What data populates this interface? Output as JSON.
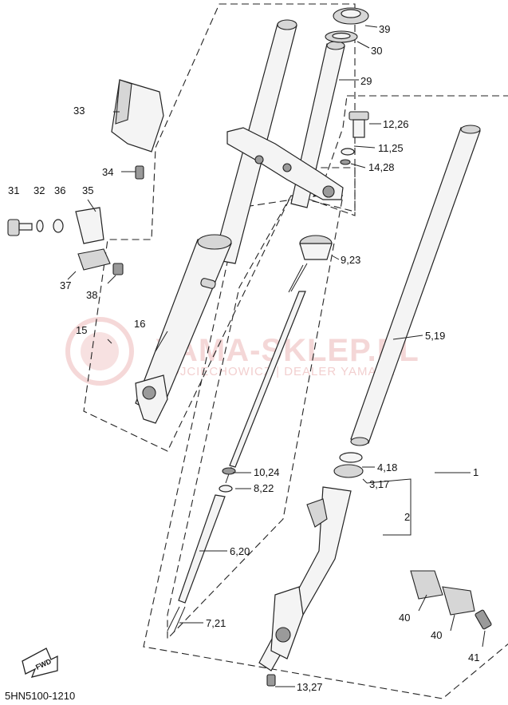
{
  "diagram_code": "5HN5100-1210",
  "fwd_label": "FWD",
  "watermark": {
    "title": "YAMA-SKLEP.PL",
    "subtitle": "WOJCIECHOWICZ | DEALER YAMAHA"
  },
  "callouts": {
    "p1": "1",
    "p2": "2",
    "p3": "3,17",
    "p4": "4,18",
    "p5": "5,19",
    "p6": "6,20",
    "p7": "7,21",
    "p8": "8,22",
    "p9": "9,23",
    "p10": "10,24",
    "p11": "11,25",
    "p12": "12,26",
    "p13": "13,27",
    "p14": "14,28",
    "p15": "15",
    "p16": "16",
    "p29": "29",
    "p30": "30",
    "p31": "31",
    "p32": "32",
    "p33": "33",
    "p34": "34",
    "p35": "35",
    "p36": "36",
    "p37": "37",
    "p38": "38",
    "p39": "39",
    "p40a": "40",
    "p40b": "40",
    "p41": "41"
  }
}
